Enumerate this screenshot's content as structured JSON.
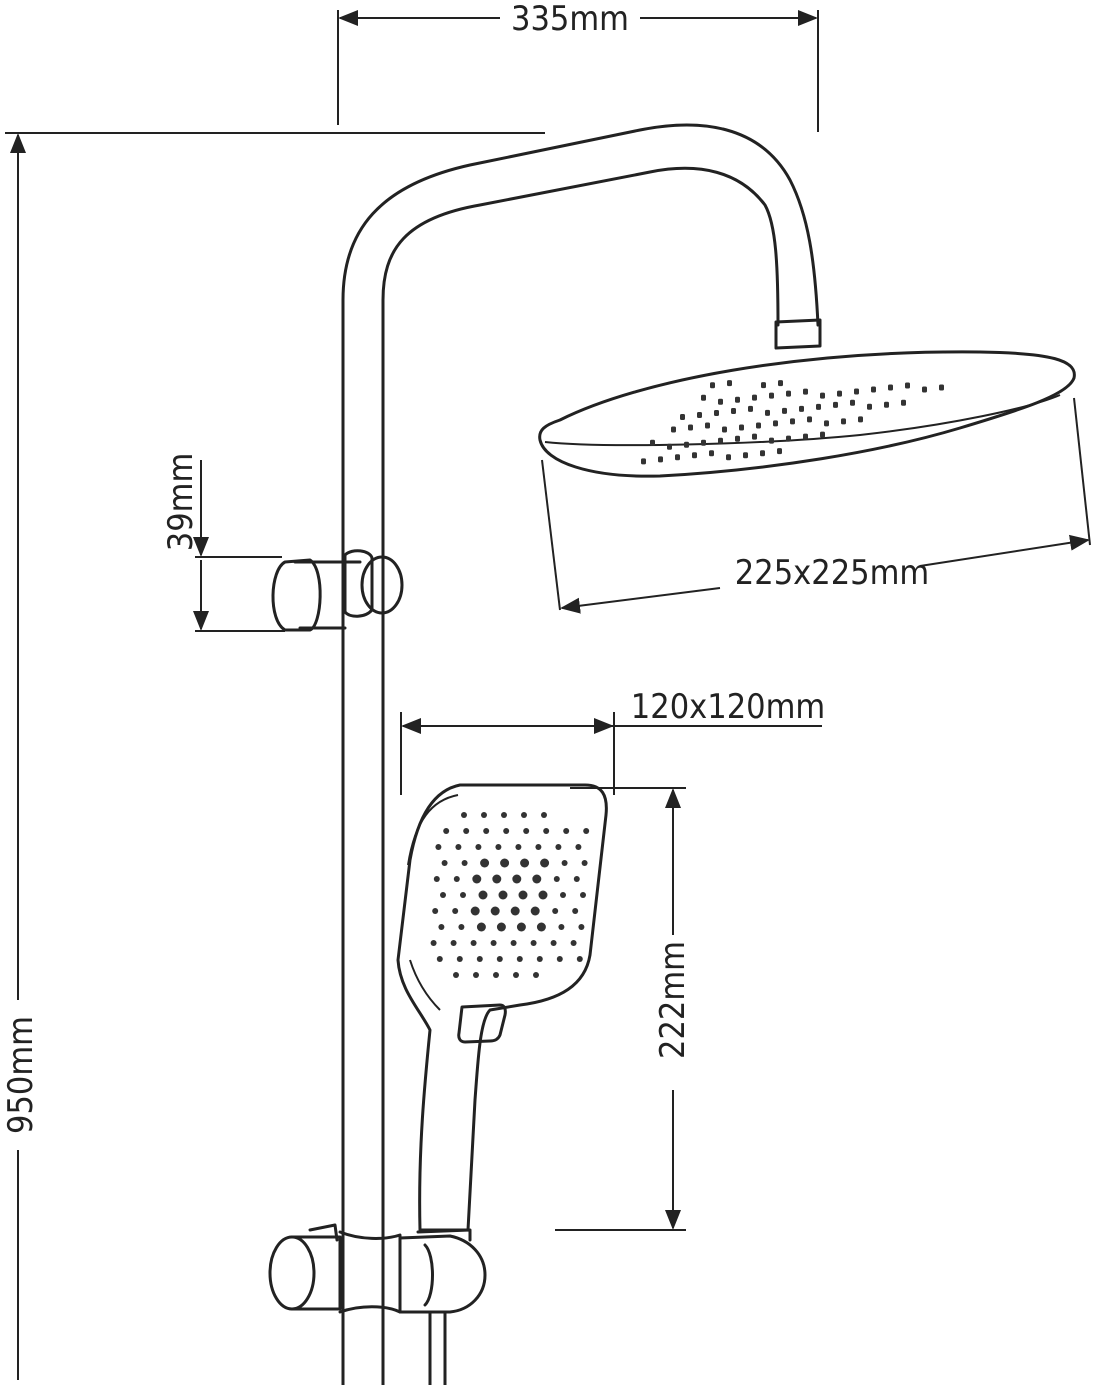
{
  "dimensions": {
    "top_width": "335mm",
    "total_height": "950mm",
    "bracket_height": "39mm",
    "head_size": "225x225mm",
    "hand_size": "120x120mm",
    "hand_length": "222mm"
  }
}
